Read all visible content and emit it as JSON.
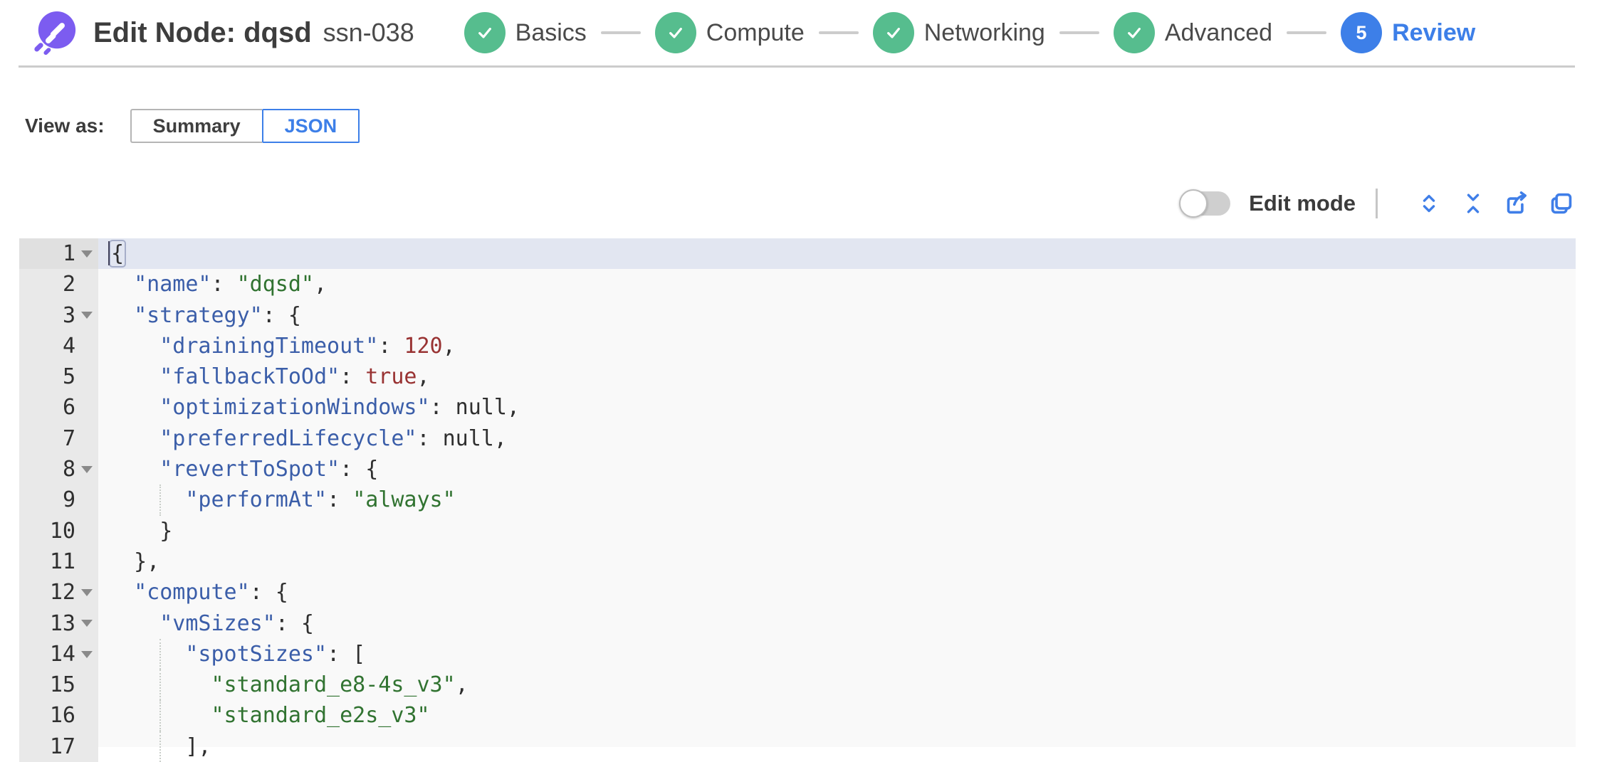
{
  "colors": {
    "accent_blue": "#3d7fe8",
    "success_green": "#56bd8e",
    "logo_purple": "#7c5cf0",
    "editor_active_line": "#e2e6f1",
    "syntax_key": "#3b5ea9",
    "syntax_string": "#317331",
    "syntax_constant": "#993333"
  },
  "header": {
    "title": "Edit Node: dqsd",
    "subtitle": "ssn-038",
    "steps": [
      {
        "label": "Basics",
        "state": "done"
      },
      {
        "label": "Compute",
        "state": "done"
      },
      {
        "label": "Networking",
        "state": "done"
      },
      {
        "label": "Advanced",
        "state": "done"
      },
      {
        "label": "Review",
        "state": "current",
        "number": "5"
      }
    ]
  },
  "view_as": {
    "label": "View as:",
    "options": [
      {
        "label": "Summary",
        "selected": false
      },
      {
        "label": "JSON",
        "selected": true
      }
    ]
  },
  "toolbar": {
    "edit_mode_label": "Edit mode",
    "edit_mode_on": false,
    "icons": [
      "expand-all",
      "collapse-all",
      "export",
      "copy"
    ]
  },
  "editor": {
    "lines": [
      {
        "num": 1,
        "fold": true,
        "active": true,
        "cursor": true,
        "tokens": [
          [
            "b",
            "{"
          ]
        ]
      },
      {
        "num": 2,
        "tokens": [
          [
            "p",
            "  "
          ],
          [
            "k",
            "\"name\""
          ],
          [
            "p",
            ": "
          ],
          [
            "s",
            "\"dqsd\""
          ],
          [
            "p",
            ","
          ]
        ]
      },
      {
        "num": 3,
        "fold": true,
        "tokens": [
          [
            "p",
            "  "
          ],
          [
            "k",
            "\"strategy\""
          ],
          [
            "p",
            ": {"
          ]
        ]
      },
      {
        "num": 4,
        "tokens": [
          [
            "p",
            "    "
          ],
          [
            "k",
            "\"drainingTimeout\""
          ],
          [
            "p",
            ": "
          ],
          [
            "n",
            "120"
          ],
          [
            "p",
            ","
          ]
        ]
      },
      {
        "num": 5,
        "tokens": [
          [
            "p",
            "    "
          ],
          [
            "k",
            "\"fallbackToOd\""
          ],
          [
            "p",
            ": "
          ],
          [
            "n",
            "true"
          ],
          [
            "p",
            ","
          ]
        ]
      },
      {
        "num": 6,
        "tokens": [
          [
            "p",
            "    "
          ],
          [
            "k",
            "\"optimizationWindows\""
          ],
          [
            "p",
            ": null,"
          ]
        ]
      },
      {
        "num": 7,
        "tokens": [
          [
            "p",
            "    "
          ],
          [
            "k",
            "\"preferredLifecycle\""
          ],
          [
            "p",
            ": null,"
          ]
        ]
      },
      {
        "num": 8,
        "fold": true,
        "tokens": [
          [
            "p",
            "    "
          ],
          [
            "k",
            "\"revertToSpot\""
          ],
          [
            "p",
            ": {"
          ]
        ]
      },
      {
        "num": 9,
        "guides": [
          4
        ],
        "tokens": [
          [
            "p",
            "      "
          ],
          [
            "k",
            "\"performAt\""
          ],
          [
            "p",
            ": "
          ],
          [
            "s",
            "\"always\""
          ]
        ]
      },
      {
        "num": 10,
        "tokens": [
          [
            "p",
            "    }"
          ]
        ]
      },
      {
        "num": 11,
        "tokens": [
          [
            "p",
            "  },"
          ]
        ]
      },
      {
        "num": 12,
        "fold": true,
        "tokens": [
          [
            "p",
            "  "
          ],
          [
            "k",
            "\"compute\""
          ],
          [
            "p",
            ": {"
          ]
        ]
      },
      {
        "num": 13,
        "fold": true,
        "tokens": [
          [
            "p",
            "    "
          ],
          [
            "k",
            "\"vmSizes\""
          ],
          [
            "p",
            ": {"
          ]
        ]
      },
      {
        "num": 14,
        "fold": true,
        "guides": [
          4
        ],
        "tokens": [
          [
            "p",
            "      "
          ],
          [
            "k",
            "\"spotSizes\""
          ],
          [
            "p",
            ": ["
          ]
        ]
      },
      {
        "num": 15,
        "guides": [
          4
        ],
        "tokens": [
          [
            "p",
            "        "
          ],
          [
            "s",
            "\"standard_e8-4s_v3\""
          ],
          [
            "p",
            ","
          ]
        ]
      },
      {
        "num": 16,
        "guides": [
          4
        ],
        "tokens": [
          [
            "p",
            "        "
          ],
          [
            "s",
            "\"standard_e2s_v3\""
          ]
        ]
      },
      {
        "num": 17,
        "guides": [
          4
        ],
        "tokens": [
          [
            "p",
            "      ],"
          ]
        ]
      }
    ]
  }
}
